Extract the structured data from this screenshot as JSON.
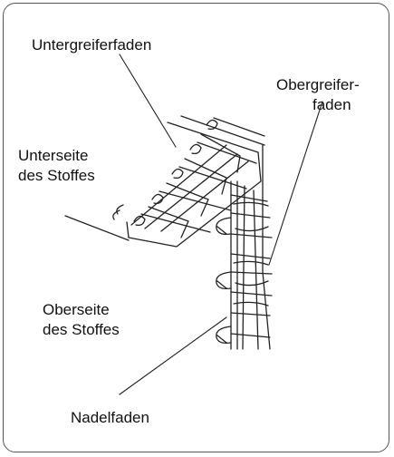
{
  "labels": {
    "looper_lower": "Untergreiferfaden",
    "looper_upper_1": "Obergreifer-",
    "looper_upper_2": "faden",
    "underside_1": "Unterseite",
    "underside_2": "des Stoffes",
    "topside_1": "Oberseite",
    "topside_2": "des Stoffes",
    "needle": "Nadelfaden"
  },
  "colors": {
    "line": "#222222",
    "frame": "#555555",
    "background": "#ffffff"
  }
}
